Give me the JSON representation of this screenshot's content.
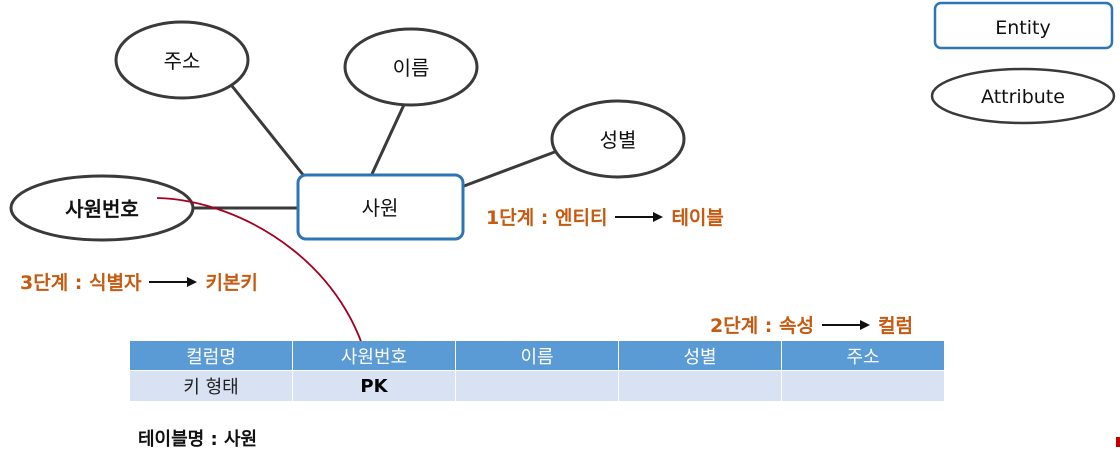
{
  "diagram": {
    "entity": "사원",
    "attributes": {
      "address": "주소",
      "name": "이름",
      "gender": "성별",
      "employee_id": "사원번호"
    },
    "legend": {
      "entity": "Entity",
      "attribute": "Attribute"
    },
    "colors": {
      "entity_border": "#2e75b6",
      "step_text": "#c55a11",
      "table_header": "#5b9bd5",
      "table_row": "#d9e2f3",
      "relation_arrow": "#a50021"
    }
  },
  "steps": {
    "step1": {
      "left": "1단계 : 엔티티",
      "right": "테이블"
    },
    "step2": {
      "left": "2단계 : 속성",
      "right": "컬럼"
    },
    "step3": {
      "left": "3단계 : 식별자",
      "right": "키본키"
    }
  },
  "table": {
    "header": [
      "컬럼명",
      "사원번호",
      "이름",
      "성별",
      "주소"
    ],
    "row": [
      "키 형태",
      "PK",
      "",
      "",
      ""
    ],
    "name": "테이블명 : 사원"
  }
}
